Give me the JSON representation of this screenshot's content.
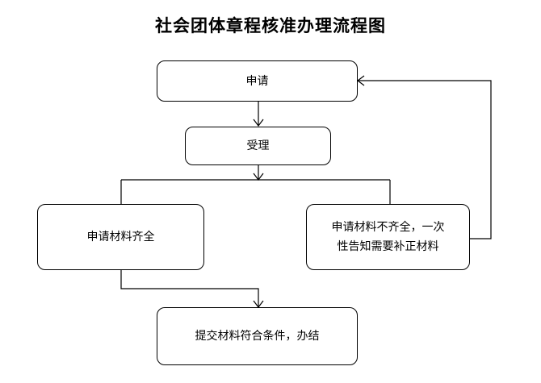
{
  "title": "社会团体章程核准办理流程图",
  "nodes": {
    "apply": "申请",
    "accept": "受理",
    "complete": "申请材料齐全",
    "incomplete_line1": "申请材料不齐全，一次",
    "incomplete_line2": "性告知需要补正材料",
    "final": "提交材料符合条件，办结"
  },
  "colors": {
    "stroke": "#000000",
    "background": "#ffffff"
  }
}
